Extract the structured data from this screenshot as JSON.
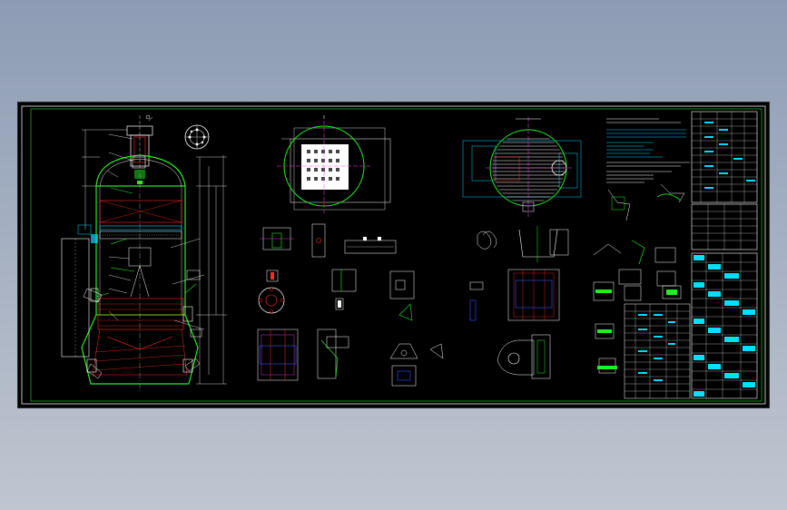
{
  "drawing": {
    "background": "#000000",
    "frame_color": "#e8e8e8",
    "inner_frame_color": "#22dd22",
    "palette": {
      "green": "#22ee22",
      "cyan": "#00d8ff",
      "white": "#ffffff",
      "red": "#ff2a2a",
      "magenta": "#ff44ff",
      "blue": "#3355ff",
      "yellow": "#f0f000",
      "table_cyan": "#00e0ff"
    },
    "views": [
      "vessel-elevation",
      "nozzle-orientation",
      "plan-view-a",
      "plan-view-b",
      "detail-row",
      "technical-notes",
      "nozzle-table",
      "title-block"
    ]
  }
}
